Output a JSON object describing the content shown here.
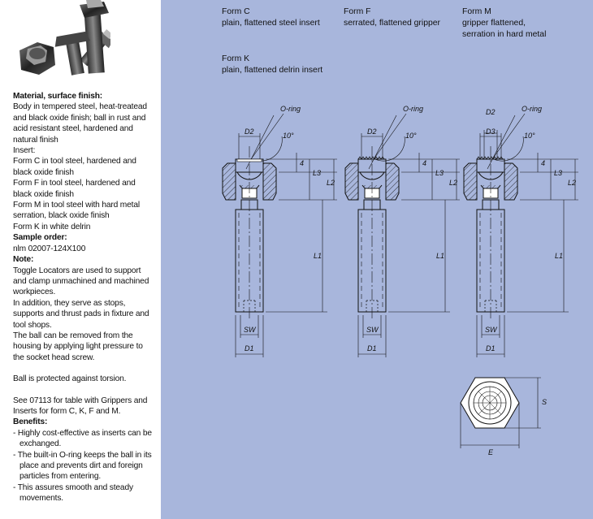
{
  "sidebar": {
    "material_heading": "Material, surface finish:",
    "material_lines": [
      "Body in tempered steel, heat-treatead",
      "and black oxide finish; ball in rust and",
      "acid resistant steel, hardened and",
      "natural finish",
      "Insert:",
      "Form C in tool steel, hardened and",
      "black oxide finish",
      "Form F in tool steel, hardened and",
      "black oxide finish",
      "Form M in tool steel with hard metal",
      "serration, black oxide finish",
      "Form K in white delrin"
    ],
    "sample_heading": "Sample order:",
    "sample_value": "nlm 02007-124X100",
    "note_heading": "Note:",
    "note_lines_1": [
      "Toggle Locators are used to support",
      "and clamp unmachined and machined",
      "workpieces.",
      "In addition, they serve as stops,",
      "supports and thrust pads in fixture and",
      "tool shops.",
      "The ball can be removed from the",
      "housing by applying light pressure to",
      "the socket head screw."
    ],
    "note_line_2": "Ball is protected against torsion.",
    "note_lines_3": [
      "See 07113 for table with Grippers and",
      "Inserts for form C, K, F and M."
    ],
    "benefits_heading": "Benefits:",
    "benefits": [
      "- Highly cost-effective as inserts can be exchanged.",
      "- The built-in O-ring keeps the ball in its place and prevents dirt and foreign particles from entering.",
      "- This assures smooth and steady movements."
    ]
  },
  "forms": {
    "c_title": "Form C",
    "c_desc": "plain, flattened steel insert",
    "f_title": "Form F",
    "f_desc": "serrated, flattened gripper",
    "m_title": "Form M",
    "m_desc1": "gripper flattened,",
    "m_desc2": "serration in hard metal",
    "k_title": "Form K",
    "k_desc": "plain, flattened delrin insert"
  },
  "dims": {
    "oring": "O-ring",
    "d2": "D2",
    "d3": "D3",
    "d1": "D1",
    "sw": "SW",
    "l1": "L1",
    "l2": "L2",
    "l3": "L3",
    "four": "4",
    "angle": "10°",
    "s": "S",
    "e": "E"
  },
  "colors": {
    "panel": "#a8b6dc",
    "ink": "#111111"
  }
}
